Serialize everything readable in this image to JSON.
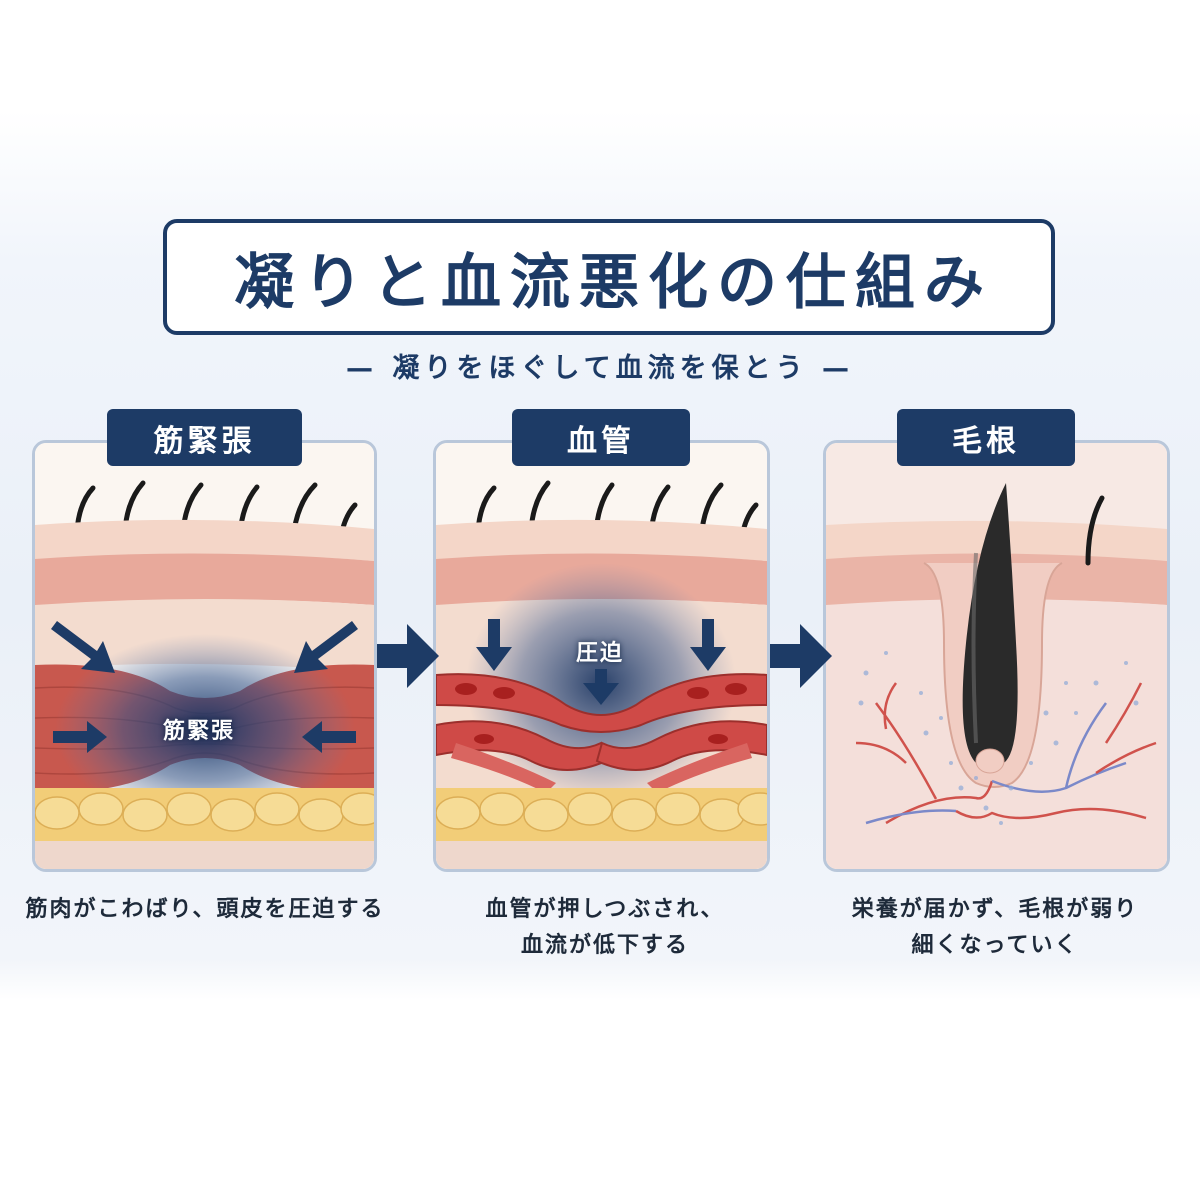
{
  "title": "凝りと血流悪化の仕組み",
  "subtitle": "— 凝りをほぐして血流を保とう —",
  "steps": [
    {
      "label": "筋緊張",
      "inner_label": "筋緊張",
      "caption_lines": [
        "筋肉がこわばり、頭皮を圧迫する"
      ]
    },
    {
      "label": "血管",
      "inner_label": "圧迫",
      "caption_lines": [
        "血管が押しつぶされ、",
        "血流が低下する"
      ]
    },
    {
      "label": "毛根",
      "caption_lines": [
        "栄養が届かず、毛根が弱り",
        "細くなっていく"
      ]
    }
  ],
  "colors": {
    "navy": "#1d3b66",
    "skin": "#f2cfc0",
    "muscle": "#c8584e",
    "fat": "#f2cd78",
    "vessel": "#cf4a47"
  }
}
